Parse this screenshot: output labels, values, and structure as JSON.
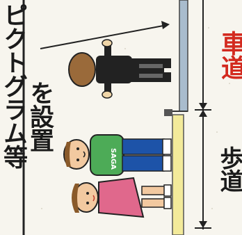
{
  "diagram": {
    "note_line1": "ピクトグラム等",
    "note_line2": "を設置",
    "roadway_label": "車道",
    "sidewalk_label": "歩道",
    "shirt_text": "SAGA"
  },
  "colors": {
    "background": "#f7f5ee",
    "roadway_label": "#d32a1f",
    "curb": "#f3ea9a",
    "rail": "#a9bccd",
    "man_shirt": "#4dab57",
    "man_pants": "#1d53a8",
    "girl_dress": "#e0688c"
  }
}
